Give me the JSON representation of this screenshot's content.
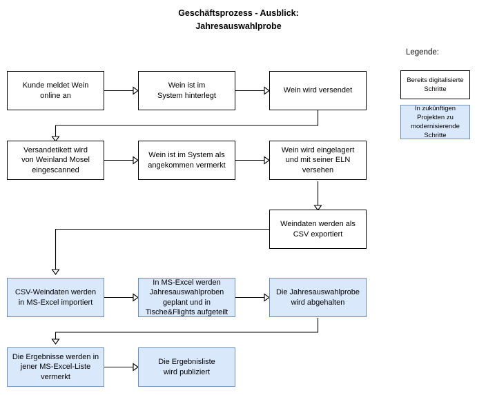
{
  "title": "Geschäftsprozess - Ausblick:\nJahresauswahlprobe",
  "colors": {
    "highlight_fill": "#dae8fc",
    "highlight_border": "#6c8ebf",
    "plain_fill": "#ffffff",
    "plain_border": "#000000",
    "connector": "#000000"
  },
  "legend": {
    "heading": "Legende:",
    "items": [
      {
        "label": "Bereits digitalisierte\nSchritte",
        "style": "plain"
      },
      {
        "label": "In zukünftigen\nProjekten zu\nmodernisierende\nSchritte",
        "style": "highlight"
      }
    ]
  },
  "flow": {
    "nodes": [
      {
        "id": "n1",
        "label": "Kunde meldet Wein\nonline an",
        "style": "plain"
      },
      {
        "id": "n2",
        "label": "Wein ist im\nSystem hinterlegt",
        "style": "plain"
      },
      {
        "id": "n3",
        "label": "Wein wird versendet",
        "style": "plain"
      },
      {
        "id": "n4",
        "label": "Versandetikett wird\nvon Weinland Mosel\neingescanned",
        "style": "plain"
      },
      {
        "id": "n5",
        "label": "Wein ist im System als\nangekommen vermerkt",
        "style": "plain"
      },
      {
        "id": "n6",
        "label": "Wein wird eingelagert\nund mit seiner ELN\nversehen",
        "style": "plain"
      },
      {
        "id": "n7",
        "label": "Weindaten werden als\nCSV exportiert",
        "style": "plain"
      },
      {
        "id": "n8",
        "label": "CSV-Weindaten werden\nin MS-Excel importiert",
        "style": "highlight"
      },
      {
        "id": "n9",
        "label": "In MS-Excel werden\nJahresauswahlproben\ngeplant und in\nTische&Flights aufgeteilt",
        "style": "highlight"
      },
      {
        "id": "n10",
        "label": "Die Jahresauswahlprobe\nwird abgehalten",
        "style": "highlight"
      },
      {
        "id": "n11",
        "label": "Die Ergebnisse werden in\njener MS-Excel-Liste\nvermerkt",
        "style": "highlight"
      },
      {
        "id": "n12",
        "label": "Die Ergebnisliste\nwird publiziert",
        "style": "highlight"
      }
    ],
    "edges": [
      {
        "from": "n1",
        "to": "n2",
        "kind": "horizontal"
      },
      {
        "from": "n2",
        "to": "n3",
        "kind": "horizontal"
      },
      {
        "from": "n3",
        "to": "n4",
        "kind": "down-left-down"
      },
      {
        "from": "n4",
        "to": "n5",
        "kind": "horizontal"
      },
      {
        "from": "n5",
        "to": "n6",
        "kind": "horizontal"
      },
      {
        "from": "n6",
        "to": "n7",
        "kind": "vertical"
      },
      {
        "from": "n7",
        "to": "n8",
        "kind": "left-down"
      },
      {
        "from": "n8",
        "to": "n9",
        "kind": "horizontal"
      },
      {
        "from": "n9",
        "to": "n10",
        "kind": "horizontal"
      },
      {
        "from": "n10",
        "to": "n11",
        "kind": "down-left-down"
      },
      {
        "from": "n11",
        "to": "n12",
        "kind": "horizontal"
      }
    ]
  }
}
